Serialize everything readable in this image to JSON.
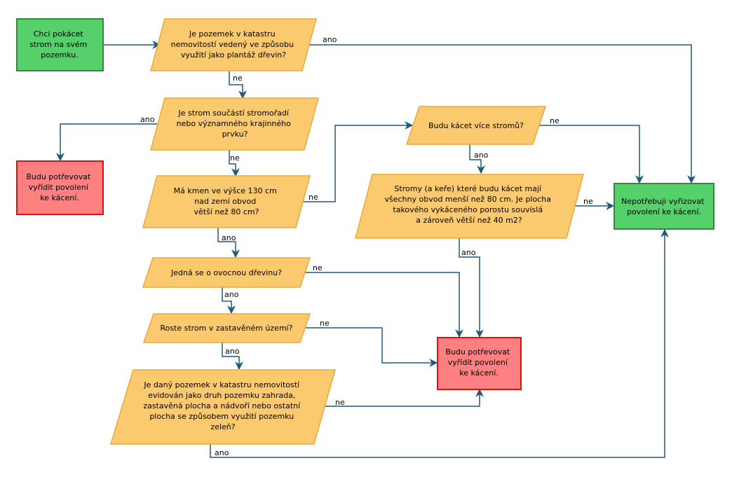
{
  "colors": {
    "start": "#55d06a",
    "start_stroke": "#2e8b3e",
    "decision": "#fcca6e",
    "decision_stroke": "#e8a93a",
    "stop": "#ff8080",
    "stop_stroke": "#e01010",
    "edge": "#1f5a7a"
  },
  "nodes": {
    "start": [
      "Chci pokácet",
      "strom na svém",
      "pozemku."
    ],
    "q1": [
      "Je pozemek v katastru",
      "nemovitostí vedený ve způsobu",
      "využití jako plantáž dřevin?"
    ],
    "q2": [
      "Je strom součástí stromořadí",
      "nebo významného krajinného",
      "prvku?"
    ],
    "permit_left": [
      "Budu potřevovat",
      "vyřídit povolení",
      "ke kácení."
    ],
    "q3": [
      "Má kmen ve výšce 130 cm",
      "nad zemí obvod",
      "větší než 80 cm?"
    ],
    "q4": [
      "Budu kácet více stromů?"
    ],
    "q5": [
      "Stromy (a keře) které budu kácet mají",
      "všechny obvod menší než 80 cm. Je plocha",
      "takového vykáceného porostu souvislá",
      "a zároveň větší než 40 m2?"
    ],
    "no_permit": [
      "Nepotřebuji vyřizovat",
      "povolení ke kácení."
    ],
    "q6": [
      "Jedná se o ovocnou dřevinu?"
    ],
    "q7": [
      "Roste strom v zastavěném území?"
    ],
    "permit_mid": [
      "Budu potřevovat",
      "vyřídit povolení",
      "ke kácení."
    ],
    "q8": [
      "Je daný pozemek v katastru nemovitostí",
      "evidován jako druh pozemku zahrada,",
      "zastavěná plocha a nádvoří nebo ostatní",
      "plocha se způsobem využití pozemku",
      "zeleň?"
    ]
  },
  "edge_labels": {
    "q1_yes": "ano",
    "q1_no": "ne",
    "q2_yes": "ano",
    "q2_no": "ne",
    "q3_no": "ne",
    "q3_yes": "ano",
    "q4_no": "ne",
    "q4_yes": "ano",
    "q5_no": "ne",
    "q5_yes": "ano",
    "q6_no": "ne",
    "q6_yes": "ano",
    "q7_no": "ne",
    "q7_yes": "ano",
    "q8_no": "ne",
    "q8_yes": "ano"
  }
}
